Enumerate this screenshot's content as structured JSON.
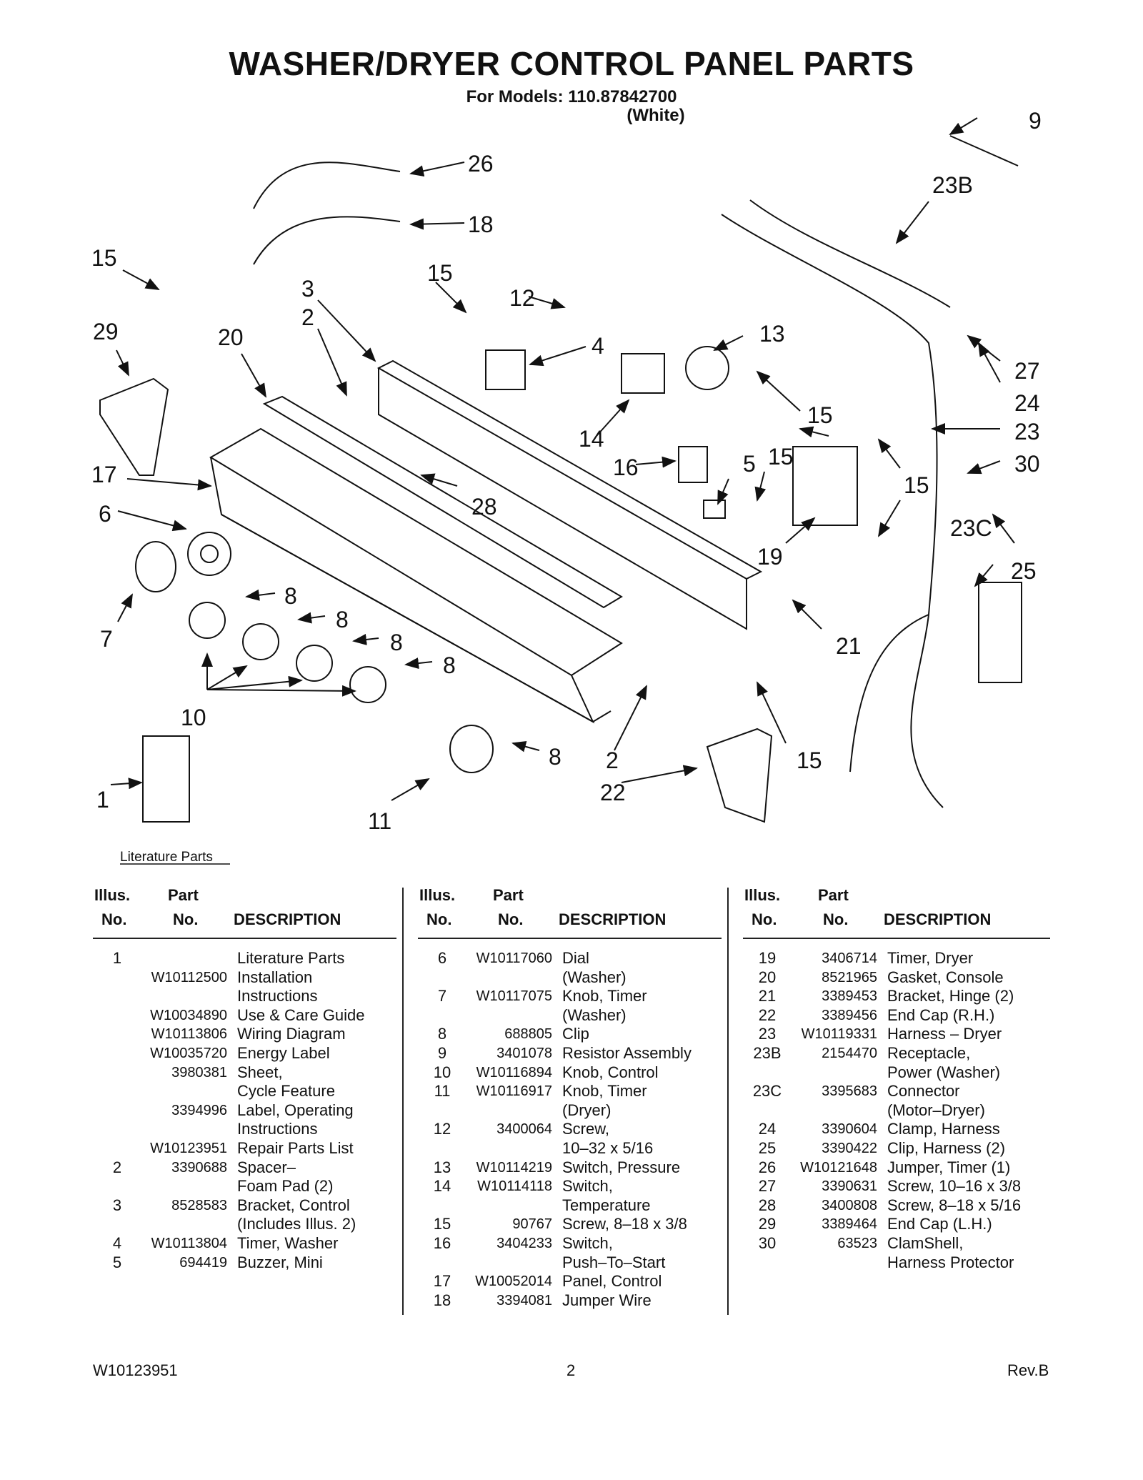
{
  "title": "WASHER/DRYER CONTROL PANEL PARTS",
  "models_line": "For Models: 110.87842700",
  "color_line": "(White)",
  "diagram": {
    "literature_caption": "Literature Parts",
    "callouts": [
      "1",
      "2",
      "2",
      "3",
      "5",
      "6",
      "7",
      "8",
      "8",
      "8",
      "8",
      "8",
      "9",
      "10",
      "11",
      "12",
      "13",
      "14",
      "15",
      "15",
      "15",
      "15",
      "15",
      "15",
      "16",
      "17",
      "18",
      "19",
      "20",
      "21",
      "22",
      "23",
      "23B",
      "23C",
      "24",
      "25",
      "26",
      "27",
      "28",
      "29",
      "30",
      "4"
    ]
  },
  "table_header": {
    "illus_top": "Illus.",
    "illus_bottom": "No.",
    "part_top": "Part",
    "part_bottom": "No.",
    "description": "DESCRIPTION"
  },
  "columns": [
    [
      {
        "illus": "1",
        "part": "",
        "desc": "Literature Parts"
      },
      {
        "illus": "",
        "part": "W10112500",
        "desc": "Installation"
      },
      {
        "illus": "",
        "part": "",
        "desc": "Instructions"
      },
      {
        "illus": "",
        "part": "W10034890",
        "desc": "Use & Care Guide"
      },
      {
        "illus": "",
        "part": "W10113806",
        "desc": "Wiring Diagram"
      },
      {
        "illus": "",
        "part": "W10035720",
        "desc": "Energy Label"
      },
      {
        "illus": "",
        "part": "3980381",
        "desc": "Sheet,"
      },
      {
        "illus": "",
        "part": "",
        "desc": "Cycle Feature"
      },
      {
        "illus": "",
        "part": "3394996",
        "desc": "Label, Operating"
      },
      {
        "illus": "",
        "part": "",
        "desc": "Instructions"
      },
      {
        "illus": "",
        "part": "W10123951",
        "desc": "Repair Parts List"
      },
      {
        "illus": "",
        "part": "",
        "desc": ""
      },
      {
        "illus": "2",
        "part": "3390688",
        "desc": "Spacer–"
      },
      {
        "illus": "",
        "part": "",
        "desc": "Foam Pad (2)"
      },
      {
        "illus": "3",
        "part": "8528583",
        "desc": "Bracket, Control"
      },
      {
        "illus": "",
        "part": "",
        "desc": "(Includes Illus. 2)"
      },
      {
        "illus": "4",
        "part": "W10113804",
        "desc": "Timer, Washer"
      },
      {
        "illus": "5",
        "part": "694419",
        "desc": "Buzzer, Mini"
      }
    ],
    [
      {
        "illus": "6",
        "part": "W10117060",
        "desc": "Dial"
      },
      {
        "illus": "",
        "part": "",
        "desc": "(Washer)"
      },
      {
        "illus": "7",
        "part": "W10117075",
        "desc": "Knob, Timer"
      },
      {
        "illus": "",
        "part": "",
        "desc": "(Washer)"
      },
      {
        "illus": "8",
        "part": "688805",
        "desc": "Clip"
      },
      {
        "illus": "9",
        "part": "3401078",
        "desc": "Resistor Assembly"
      },
      {
        "illus": "10",
        "part": "W10116894",
        "desc": "Knob, Control"
      },
      {
        "illus": "11",
        "part": "W10116917",
        "desc": "Knob, Timer"
      },
      {
        "illus": "",
        "part": "",
        "desc": "(Dryer)"
      },
      {
        "illus": "12",
        "part": "3400064",
        "desc": "Screw,"
      },
      {
        "illus": "",
        "part": "",
        "desc": "10–32 x 5/16"
      },
      {
        "illus": "13",
        "part": "W10114219",
        "desc": "Switch, Pressure"
      },
      {
        "illus": "14",
        "part": "W10114118",
        "desc": "Switch,"
      },
      {
        "illus": "",
        "part": "",
        "desc": "Temperature"
      },
      {
        "illus": "15",
        "part": "90767",
        "desc": "Screw, 8–18 x 3/8"
      },
      {
        "illus": "16",
        "part": "3404233",
        "desc": "Switch,"
      },
      {
        "illus": "",
        "part": "",
        "desc": "Push–To–Start"
      },
      {
        "illus": "17",
        "part": "W10052014",
        "desc": "Panel, Control"
      },
      {
        "illus": "18",
        "part": "3394081",
        "desc": "Jumper Wire"
      }
    ],
    [
      {
        "illus": "19",
        "part": "3406714",
        "desc": "Timer, Dryer"
      },
      {
        "illus": "20",
        "part": "8521965",
        "desc": "Gasket, Console"
      },
      {
        "illus": "21",
        "part": "3389453",
        "desc": "Bracket, Hinge (2)"
      },
      {
        "illus": "22",
        "part": "3389456",
        "desc": "End Cap (R.H.)"
      },
      {
        "illus": "23",
        "part": "W10119331",
        "desc": "Harness – Dryer"
      },
      {
        "illus": "23B",
        "part": "2154470",
        "desc": "Receptacle,"
      },
      {
        "illus": "",
        "part": "",
        "desc": "Power (Washer)"
      },
      {
        "illus": "23C",
        "part": "3395683",
        "desc": "Connector"
      },
      {
        "illus": "",
        "part": "",
        "desc": "(Motor–Dryer)"
      },
      {
        "illus": "24",
        "part": "3390604",
        "desc": "Clamp, Harness"
      },
      {
        "illus": "25",
        "part": "3390422",
        "desc": "Clip, Harness (2)"
      },
      {
        "illus": "26",
        "part": "W10121648",
        "desc": "Jumper, Timer (1)"
      },
      {
        "illus": "27",
        "part": "3390631",
        "desc": "Screw, 10–16 x 3/8"
      },
      {
        "illus": "28",
        "part": "3400808",
        "desc": "Screw, 8–18 x 5/16"
      },
      {
        "illus": "29",
        "part": "3389464",
        "desc": "End Cap (L.H.)"
      },
      {
        "illus": "30",
        "part": "63523",
        "desc": "ClamShell,"
      },
      {
        "illus": "",
        "part": "",
        "desc": "Harness Protector"
      }
    ]
  ],
  "footer": {
    "doc_number": "W10123951",
    "page": "2",
    "revision": "Rev.B"
  }
}
